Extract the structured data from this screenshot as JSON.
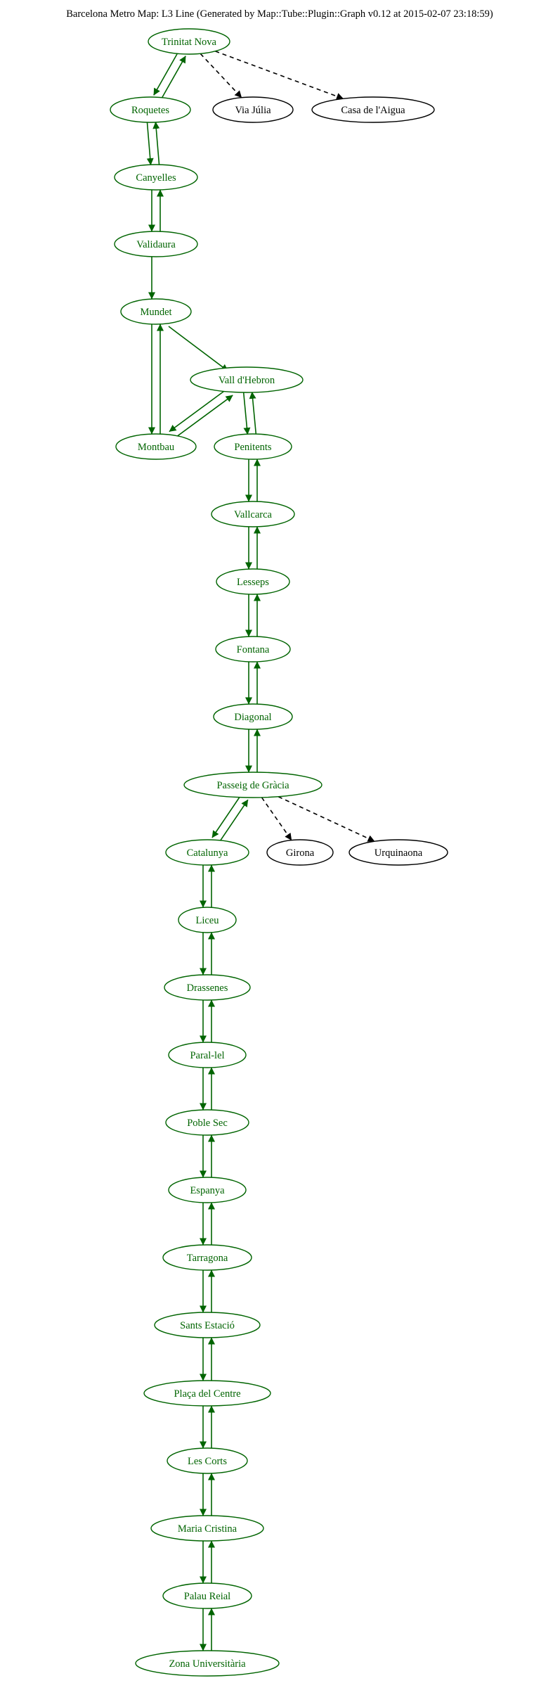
{
  "title": "Barcelona Metro Map: L3 Line (Generated by Map::Tube::Plugin::Graph v0.12 at 2015-02-07 23:18:59)",
  "colors": {
    "line": "#006400",
    "other_line": "#000000",
    "background": "#ffffff"
  },
  "stations": [
    {
      "id": "trinitat_nova",
      "label": "Trinitat Nova",
      "line": "L3"
    },
    {
      "id": "via_julia",
      "label": "Via Júlia",
      "line": "other"
    },
    {
      "id": "casa_aigua",
      "label": "Casa de l'Aigua",
      "line": "other"
    },
    {
      "id": "roquetes",
      "label": "Roquetes",
      "line": "L3"
    },
    {
      "id": "canyelles",
      "label": "Canyelles",
      "line": "L3"
    },
    {
      "id": "validaura",
      "label": "Validaura",
      "line": "L3"
    },
    {
      "id": "mundet",
      "label": "Mundet",
      "line": "L3"
    },
    {
      "id": "vall_hebron",
      "label": "Vall d'Hebron",
      "line": "L3"
    },
    {
      "id": "montbau",
      "label": "Montbau",
      "line": "L3"
    },
    {
      "id": "penitents",
      "label": "Penitents",
      "line": "L3"
    },
    {
      "id": "vallcarca",
      "label": "Vallcarca",
      "line": "L3"
    },
    {
      "id": "lesseps",
      "label": "Lesseps",
      "line": "L3"
    },
    {
      "id": "fontana",
      "label": "Fontana",
      "line": "L3"
    },
    {
      "id": "diagonal",
      "label": "Diagonal",
      "line": "L3"
    },
    {
      "id": "passeig_gracia",
      "label": "Passeig de Gràcia",
      "line": "L3"
    },
    {
      "id": "catalunya",
      "label": "Catalunya",
      "line": "L3"
    },
    {
      "id": "girona",
      "label": "Girona",
      "line": "other"
    },
    {
      "id": "urquinaona",
      "label": "Urquinaona",
      "line": "other"
    },
    {
      "id": "liceu",
      "label": "Liceu",
      "line": "L3"
    },
    {
      "id": "drassenes",
      "label": "Drassenes",
      "line": "L3"
    },
    {
      "id": "paral_lel",
      "label": "Paral-lel",
      "line": "L3"
    },
    {
      "id": "poble_sec",
      "label": "Poble Sec",
      "line": "L3"
    },
    {
      "id": "espanya",
      "label": "Espanya",
      "line": "L3"
    },
    {
      "id": "tarragona",
      "label": "Tarragona",
      "line": "L3"
    },
    {
      "id": "sants_estacio",
      "label": "Sants Estació",
      "line": "L3"
    },
    {
      "id": "placa_centre",
      "label": "Plaça del Centre",
      "line": "L3"
    },
    {
      "id": "les_corts",
      "label": "Les Corts",
      "line": "L3"
    },
    {
      "id": "maria_cristina",
      "label": "Maria Cristina",
      "line": "L3"
    },
    {
      "id": "palau_reial",
      "label": "Palau Reial",
      "line": "L3"
    },
    {
      "id": "zona_universitaria",
      "label": "Zona Universitària",
      "line": "L3"
    }
  ],
  "connections": [
    {
      "from": "trinitat_nova",
      "to": "roquetes",
      "style": "line"
    },
    {
      "from": "roquetes",
      "to": "trinitat_nova",
      "style": "line"
    },
    {
      "from": "trinitat_nova",
      "to": "via_julia",
      "style": "interchange"
    },
    {
      "from": "trinitat_nova",
      "to": "casa_aigua",
      "style": "interchange"
    },
    {
      "from": "roquetes",
      "to": "canyelles",
      "style": "line"
    },
    {
      "from": "canyelles",
      "to": "roquetes",
      "style": "line"
    },
    {
      "from": "canyelles",
      "to": "validaura",
      "style": "line"
    },
    {
      "from": "validaura",
      "to": "canyelles",
      "style": "line"
    },
    {
      "from": "validaura",
      "to": "mundet",
      "style": "line"
    },
    {
      "from": "mundet",
      "to": "vall_hebron",
      "style": "line"
    },
    {
      "from": "mundet",
      "to": "montbau",
      "style": "line"
    },
    {
      "from": "montbau",
      "to": "mundet",
      "style": "line"
    },
    {
      "from": "vall_hebron",
      "to": "montbau",
      "style": "line"
    },
    {
      "from": "montbau",
      "to": "vall_hebron",
      "style": "line"
    },
    {
      "from": "vall_hebron",
      "to": "penitents",
      "style": "line"
    },
    {
      "from": "penitents",
      "to": "vall_hebron",
      "style": "line"
    },
    {
      "from": "penitents",
      "to": "vallcarca",
      "style": "line"
    },
    {
      "from": "vallcarca",
      "to": "penitents",
      "style": "line"
    },
    {
      "from": "vallcarca",
      "to": "lesseps",
      "style": "line"
    },
    {
      "from": "lesseps",
      "to": "vallcarca",
      "style": "line"
    },
    {
      "from": "lesseps",
      "to": "fontana",
      "style": "line"
    },
    {
      "from": "fontana",
      "to": "lesseps",
      "style": "line"
    },
    {
      "from": "fontana",
      "to": "diagonal",
      "style": "line"
    },
    {
      "from": "diagonal",
      "to": "fontana",
      "style": "line"
    },
    {
      "from": "diagonal",
      "to": "passeig_gracia",
      "style": "line"
    },
    {
      "from": "passeig_gracia",
      "to": "diagonal",
      "style": "line"
    },
    {
      "from": "passeig_gracia",
      "to": "catalunya",
      "style": "line"
    },
    {
      "from": "catalunya",
      "to": "passeig_gracia",
      "style": "line"
    },
    {
      "from": "passeig_gracia",
      "to": "girona",
      "style": "interchange"
    },
    {
      "from": "passeig_gracia",
      "to": "urquinaona",
      "style": "interchange"
    },
    {
      "from": "catalunya",
      "to": "liceu",
      "style": "line"
    },
    {
      "from": "liceu",
      "to": "catalunya",
      "style": "line"
    },
    {
      "from": "liceu",
      "to": "drassenes",
      "style": "line"
    },
    {
      "from": "drassenes",
      "to": "liceu",
      "style": "line"
    },
    {
      "from": "drassenes",
      "to": "paral_lel",
      "style": "line"
    },
    {
      "from": "paral_lel",
      "to": "drassenes",
      "style": "line"
    },
    {
      "from": "paral_lel",
      "to": "poble_sec",
      "style": "line"
    },
    {
      "from": "poble_sec",
      "to": "paral_lel",
      "style": "line"
    },
    {
      "from": "poble_sec",
      "to": "espanya",
      "style": "line"
    },
    {
      "from": "espanya",
      "to": "poble_sec",
      "style": "line"
    },
    {
      "from": "espanya",
      "to": "tarragona",
      "style": "line"
    },
    {
      "from": "tarragona",
      "to": "espanya",
      "style": "line"
    },
    {
      "from": "tarragona",
      "to": "sants_estacio",
      "style": "line"
    },
    {
      "from": "sants_estacio",
      "to": "tarragona",
      "style": "line"
    },
    {
      "from": "sants_estacio",
      "to": "placa_centre",
      "style": "line"
    },
    {
      "from": "placa_centre",
      "to": "sants_estacio",
      "style": "line"
    },
    {
      "from": "placa_centre",
      "to": "les_corts",
      "style": "line"
    },
    {
      "from": "les_corts",
      "to": "placa_centre",
      "style": "line"
    },
    {
      "from": "les_corts",
      "to": "maria_cristina",
      "style": "line"
    },
    {
      "from": "maria_cristina",
      "to": "les_corts",
      "style": "line"
    },
    {
      "from": "maria_cristina",
      "to": "palau_reial",
      "style": "line"
    },
    {
      "from": "palau_reial",
      "to": "maria_cristina",
      "style": "line"
    },
    {
      "from": "palau_reial",
      "to": "zona_universitaria",
      "style": "line"
    },
    {
      "from": "zona_universitaria",
      "to": "palau_reial",
      "style": "line"
    }
  ]
}
